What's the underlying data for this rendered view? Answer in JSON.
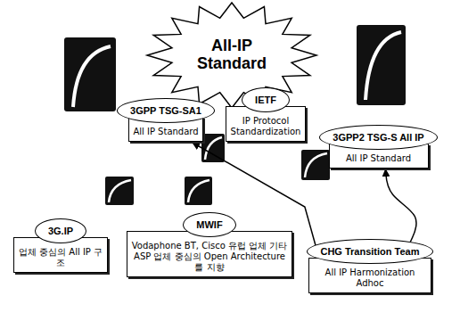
{
  "diagram": {
    "nodes": [
      {
        "text": [
          "All-IP Standard"
        ]
      },
      {
        "text": [
          "3GPP TSG-SA1",
          "All IP Standard"
        ]
      },
      {
        "text": [
          "IETF",
          "IP Protocol Standardization"
        ]
      },
      {
        "text": [
          "3GPP2 TSG-S All IP",
          "All IP Standard"
        ]
      },
      {
        "text": [
          "3G.IP",
          "업체 중심의 All IP 구조"
        ]
      },
      {
        "text": [
          "MWIF",
          "Vodaphone BT, Cisco 유럽 업체 기타 ASP 업체 중심의 Open Architecture 를 지향"
        ]
      },
      {
        "text": [
          "CHG Transition Team",
          "All IP Harmonization Adhoc"
        ]
      }
    ],
    "edges": [
      {
        "from": 6,
        "to": 3,
        "arrow": "to"
      },
      {
        "from": 6,
        "to": 1,
        "arrow": "to"
      }
    ]
  }
}
